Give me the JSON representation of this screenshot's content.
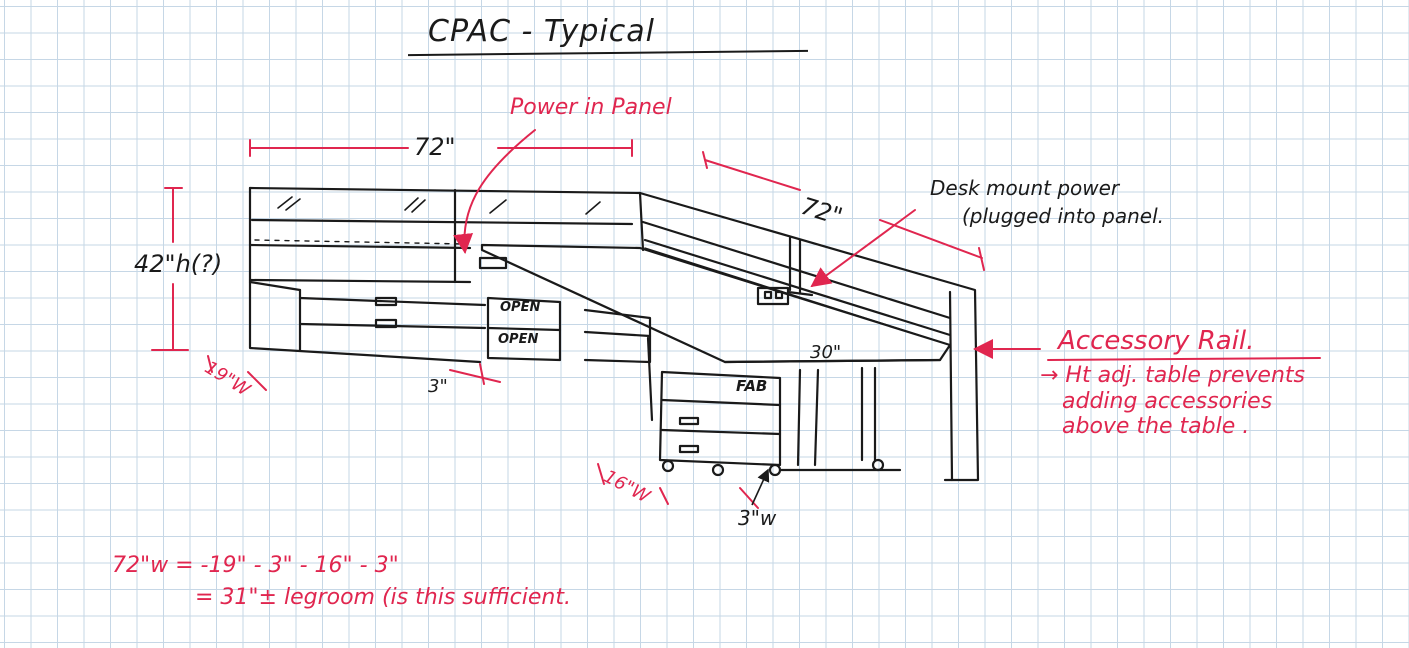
{
  "title": "CPAC - Typical",
  "labels": {
    "power_in_panel": "Power in Panel",
    "top_width": "72\"",
    "right_width": "72\"",
    "height": "42\"h(?)",
    "desk_power_line1": "Desk mount power",
    "desk_power_line2": "(plugged into panel.",
    "accessory_rail": "Accessory Rail.",
    "accessory_note1": "→ Ht adj. table prevents",
    "accessory_note2": "adding accessories",
    "accessory_note3": "above the table .",
    "depth_30": "30\"",
    "left_19": "19\"W",
    "gap_3a": "3\"",
    "ped_16": "16\"W",
    "gap_3b": "3\"w",
    "open_1": "OPEN",
    "open_2": "OPEN",
    "fab": "FAB"
  },
  "annotation": {
    "line1": "72\"w = -19\" - 3\" - 16\" - 3\"",
    "line2": "= 31\"± legroom (is this sufficient."
  },
  "colors": {
    "ink": "#1a1a1a",
    "annotation": "#e0264f",
    "grid": "#c6d7e6"
  }
}
